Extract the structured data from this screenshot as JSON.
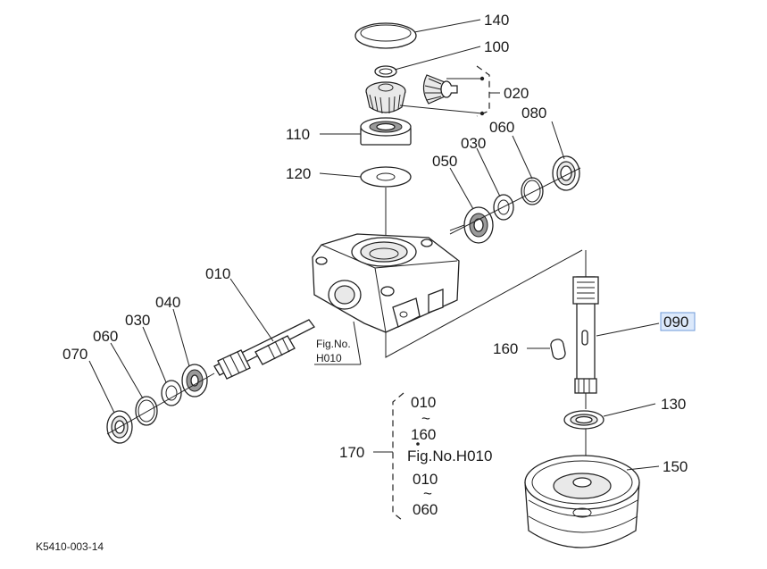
{
  "labels": {
    "p140": "140",
    "p100": "100",
    "p020": "020",
    "p110": "110",
    "p120": "120",
    "p080": "080",
    "p060_top": "060",
    "p030_top": "030",
    "p050": "050",
    "p010": "010",
    "p040": "040",
    "p030_left": "030",
    "p060_left": "060",
    "p070": "070",
    "p090": "090",
    "p160": "160",
    "p130": "130",
    "p150": "150",
    "p170": "170"
  },
  "fig_ref": {
    "line1": "Fig.No.",
    "line2": "H010"
  },
  "group_170": {
    "from_a": "010",
    "tilde_a": "~",
    "to_a": "160",
    "fig_ref": "Fig.No.H010",
    "from_b": "010",
    "tilde_b": "~",
    "to_b": "060"
  },
  "footer_code": "K5410-003-14",
  "highlight_color": "#dce9fb"
}
